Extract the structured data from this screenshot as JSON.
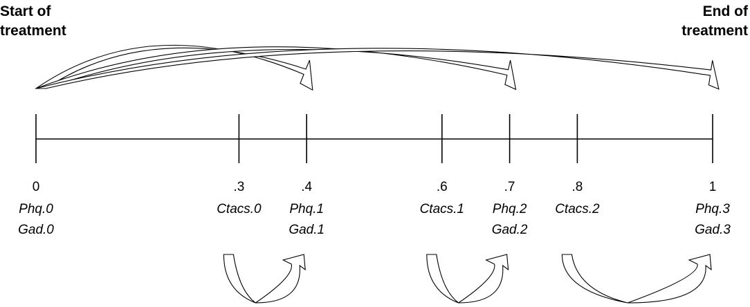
{
  "header": {
    "start_line1": "Start of",
    "start_line2": "treatment",
    "end_line1": "End of",
    "end_line2": "treatment"
  },
  "timeline": {
    "points": [
      {
        "value": 0,
        "label": "0",
        "vars": [
          "Phq.0",
          "Gad.0"
        ]
      },
      {
        "value": 0.3,
        "label": ".3",
        "vars": [
          "Ctacs.0"
        ]
      },
      {
        "value": 0.4,
        "label": ".4",
        "vars": [
          "Phq.1",
          "Gad.1"
        ]
      },
      {
        "value": 0.6,
        "label": ".6",
        "vars": [
          "Ctacs.1"
        ]
      },
      {
        "value": 0.7,
        "label": ".7",
        "vars": [
          "Phq.2",
          "Gad.2"
        ]
      },
      {
        "value": 0.8,
        "label": ".8",
        "vars": [
          "Ctacs.2"
        ]
      },
      {
        "value": 1,
        "label": "1",
        "vars": [
          "Phq.3",
          "Gad.3"
        ]
      }
    ]
  },
  "long_arrows": [
    {
      "from": 0,
      "to": 0.4
    },
    {
      "from": 0,
      "to": 0.7
    },
    {
      "from": 0,
      "to": 1
    }
  ],
  "loop_arrows": [
    {
      "from": 0.3,
      "to": 0.4
    },
    {
      "from": 0.6,
      "to": 0.7
    },
    {
      "from": 0.8,
      "to": 1
    }
  ]
}
